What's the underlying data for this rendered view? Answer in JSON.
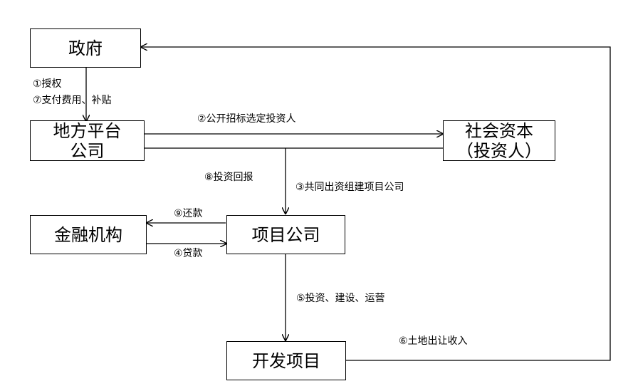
{
  "nodes": {
    "government": "政府",
    "platform_line1": "地方平台",
    "platform_line2": "公司",
    "social_capital_line1": "社会资本",
    "social_capital_line2": "（投资人）",
    "financial": "金融机构",
    "project_company": "项目公司",
    "development_project": "开发项目"
  },
  "edges": {
    "authorize": "①授权",
    "pay_subsidy": "⑦支付费用、补贴",
    "tender": "②公开招标选定投资人",
    "investment_return": "⑧投资回报",
    "co_invest": "③共同出资组建项目公司",
    "repay": "⑨还款",
    "loan": "④贷款",
    "invest_build_operate": "⑤投资、建设、运营",
    "land_income": "⑥土地出让收入"
  }
}
